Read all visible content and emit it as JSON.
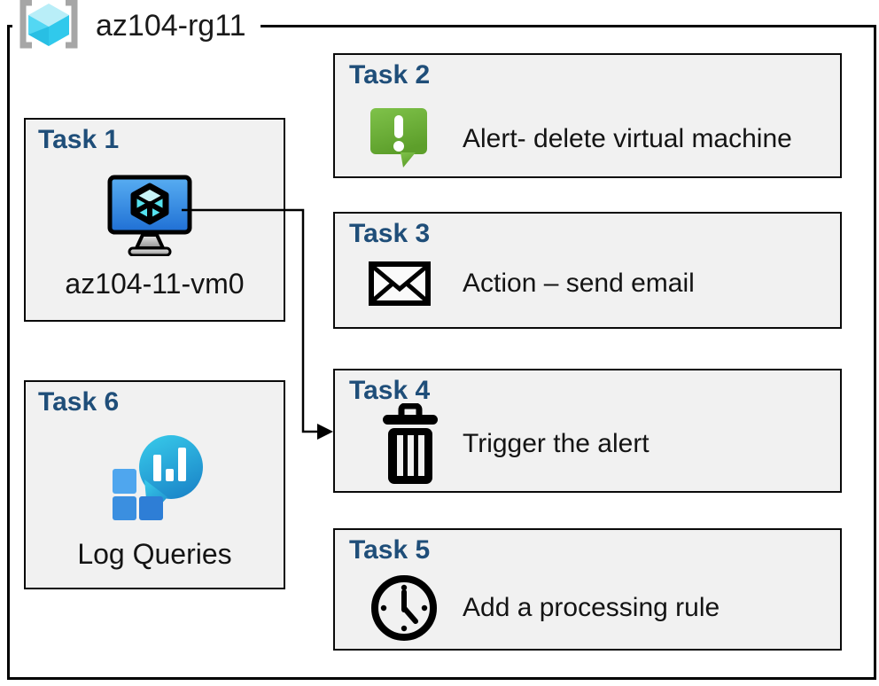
{
  "resource_group": {
    "name": "az104-rg11"
  },
  "tasks": {
    "task1": {
      "title": "Task 1",
      "label": "az104-11-vm0",
      "icon": "virtual-machine-icon"
    },
    "task2": {
      "title": "Task 2",
      "label": "Alert- delete virtual machine",
      "icon": "alert-icon"
    },
    "task3": {
      "title": "Task 3",
      "label": "Action – send email",
      "icon": "email-icon"
    },
    "task4": {
      "title": "Task 4",
      "label": "Trigger the alert",
      "icon": "trash-icon"
    },
    "task5": {
      "title": "Task 5",
      "label": "Add a processing rule",
      "icon": "clock-icon"
    },
    "task6": {
      "title": "Task 6",
      "label": "Log Queries",
      "icon": "log-analytics-icon"
    }
  },
  "connector": {
    "from": "task1-virtual-machine",
    "to": "task4"
  },
  "colors": {
    "task_title": "#1f4e79",
    "box_fill": "#f1f1f1",
    "box_border": "#0a0a0a",
    "alert_green_light": "#7fc24a",
    "alert_green_dark": "#5d9f2b",
    "vm_screen_light": "#58aef2",
    "vm_screen_dark": "#1f6fd4",
    "log_teal_light": "#36c6e8",
    "log_teal_dark": "#1b86c9",
    "log_square_light": "#4fa6ee",
    "log_square_mid": "#3b8fe0",
    "log_square_dark": "#2e7ed6",
    "rg_cube_top": "#b9eef8",
    "rg_cube_left": "#53d7f3",
    "rg_cube_right": "#30c9ec",
    "bracket_gray": "#a6a6a6"
  }
}
